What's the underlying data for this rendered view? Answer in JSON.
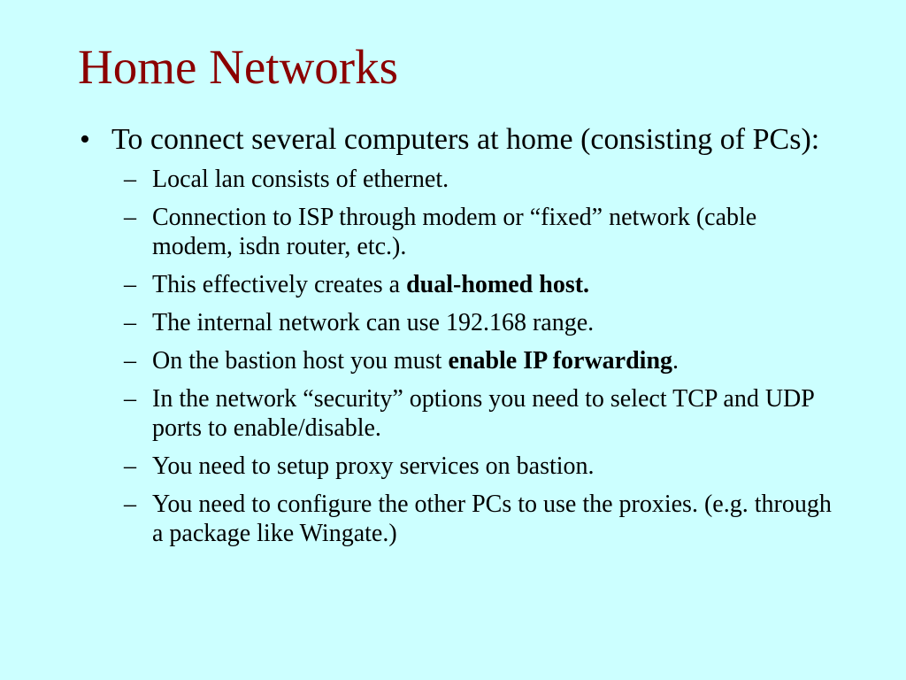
{
  "slide": {
    "title": "Home Networks",
    "title_color": "#8b0000",
    "background_color": "#ccffff",
    "bullet": {
      "marker": "•",
      "text": "To connect several computers at home (consisting of PCs):"
    },
    "sub_marker": "–",
    "subbullets": [
      {
        "text": "Local lan consists of ethernet."
      },
      {
        "text": "Connection to ISP through modem or “fixed” network (cable modem, isdn router, etc.)."
      },
      {
        "text_before": "This effectively creates a ",
        "bold": "dual-homed host.",
        "text_after": ""
      },
      {
        "text": "The internal network can use 192.168 range."
      },
      {
        "text_before": "On the bastion host you must ",
        "bold": "enable IP forwarding",
        "text_after": "."
      },
      {
        "text": "In the network “security” options you need to select TCP and UDP ports to enable/disable."
      },
      {
        "text": "You need to setup proxy services on bastion."
      },
      {
        "text": "You need to configure the other PCs to use the proxies. (e.g. through a package like Wingate.)"
      }
    ]
  }
}
